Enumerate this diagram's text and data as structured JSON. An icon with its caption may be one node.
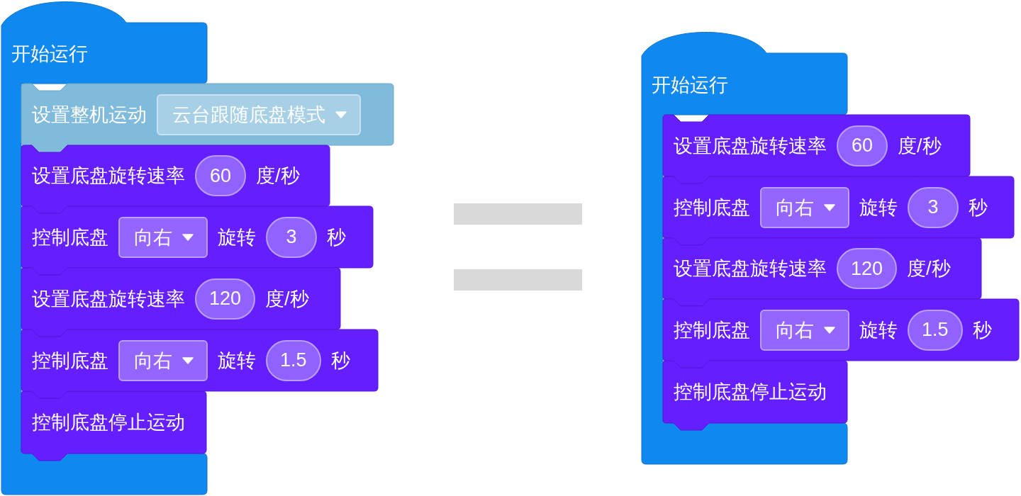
{
  "diagram": {
    "nodes": [
      {
        "text": [
          "开始运行"
        ]
      },
      {
        "text": [
          "设置整机运动"
        ]
      },
      {
        "text": [
          "云台跟随底盘模式"
        ],
        "in": 1
      },
      {
        "text": [
          "设置底盘旋转速率",
          "度/秒"
        ]
      },
      {
        "text": [
          "60"
        ],
        "in": 3
      },
      {
        "text": [
          "控制底盘",
          "旋转",
          "秒"
        ]
      },
      {
        "text": [
          "向右"
        ],
        "in": 5
      },
      {
        "text": [
          "3"
        ],
        "in": 5
      },
      {
        "text": [
          "设置底盘旋转速率",
          "度/秒"
        ]
      },
      {
        "text": [
          "120"
        ],
        "in": 8
      },
      {
        "text": [
          "控制底盘",
          "旋转",
          "秒"
        ]
      },
      {
        "text": [
          "向右"
        ],
        "in": 10
      },
      {
        "text": [
          "1.5"
        ],
        "in": 10
      },
      {
        "text": [
          "控制底盘停止运动"
        ],
        "in": 0
      },
      {
        "text": [
          "开始运行"
        ]
      },
      {
        "text": [
          "设置底盘旋转速率",
          "度/秒"
        ]
      },
      {
        "text": [
          "60"
        ],
        "in": 15
      },
      {
        "text": [
          "控制底盘",
          "旋转",
          "秒"
        ]
      },
      {
        "text": [
          "向右"
        ],
        "in": 17
      },
      {
        "text": [
          "3"
        ],
        "in": 17
      },
      {
        "text": [
          "设置底盘旋转速率",
          "度/秒"
        ]
      },
      {
        "text": [
          "120"
        ],
        "in": 20
      },
      {
        "text": [
          "控制底盘",
          "旋转",
          "秒"
        ]
      },
      {
        "text": [
          "向右"
        ],
        "in": 22
      },
      {
        "text": [
          "1.5"
        ],
        "in": 22
      },
      {
        "text": [
          "控制底盘停止运动"
        ],
        "in": 14
      }
    ]
  }
}
